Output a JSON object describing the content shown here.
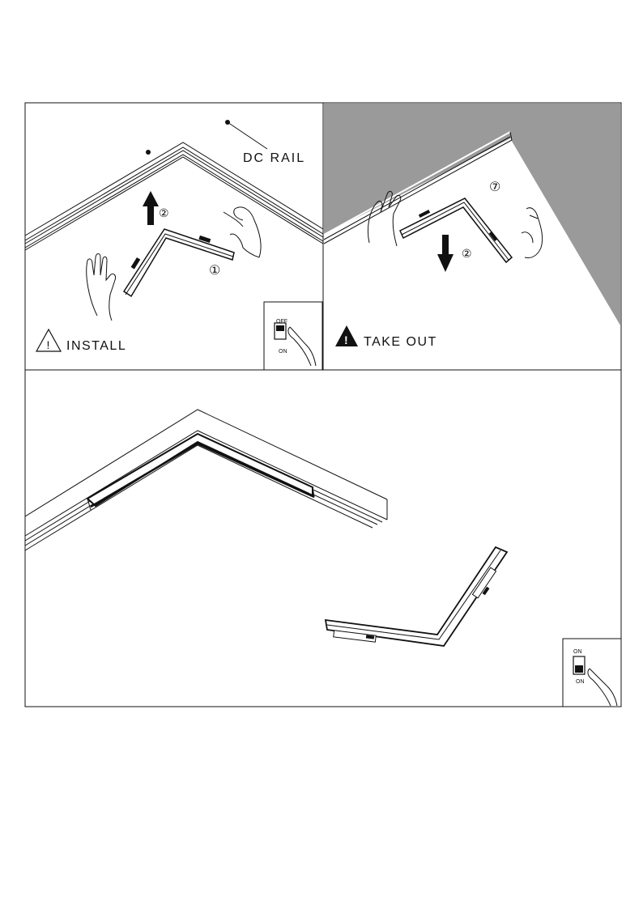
{
  "panels": {
    "install": {
      "rail_label": "DC RAIL",
      "step_one": "①",
      "step_two": "②",
      "caption": "INSTALL",
      "warning_symbol": "!",
      "switch_off": "OFF",
      "switch_on": "ON"
    },
    "take_out": {
      "step_one": "⑦",
      "step_two": "②",
      "caption": "TAKE OUT",
      "warning_symbol": "!",
      "shade_color": "#9a9a9a"
    },
    "result": {
      "switch_off": "ON",
      "switch_on": "ON"
    }
  },
  "colors": {
    "line": "#111111",
    "shade": "#9a9a9a",
    "background": "#ffffff"
  }
}
